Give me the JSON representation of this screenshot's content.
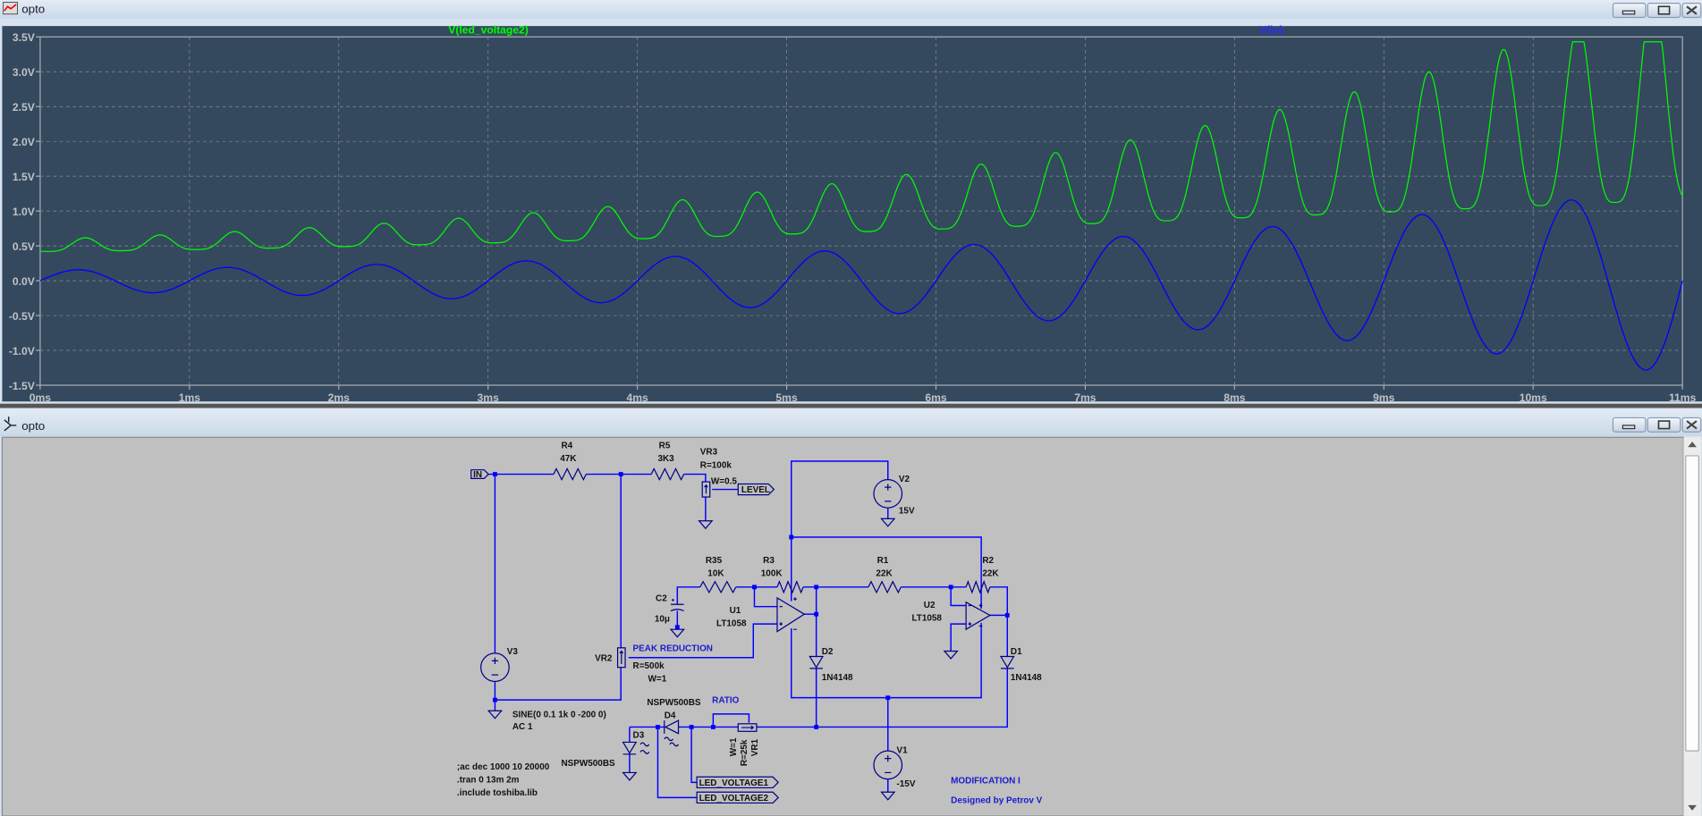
{
  "waveform_window": {
    "title": "opto",
    "buttons": [
      "minimize",
      "restore",
      "close"
    ]
  },
  "schematic_window": {
    "title": "opto",
    "buttons": [
      "minimize",
      "restore",
      "close"
    ]
  },
  "chart_data": {
    "type": "line",
    "title": "",
    "xlabel": "",
    "ylabel": "",
    "xlim": [
      0,
      11
    ],
    "ylim": [
      -1.5,
      3.5
    ],
    "x_ticks": [
      "0ms",
      "1ms",
      "2ms",
      "3ms",
      "4ms",
      "5ms",
      "6ms",
      "7ms",
      "8ms",
      "9ms",
      "10ms",
      "11ms"
    ],
    "y_ticks": [
      "3.5V",
      "3.0V",
      "2.5V",
      "2.0V",
      "1.5V",
      "1.0V",
      "0.5V",
      "0.0V",
      "-0.5V",
      "-1.0V",
      "-1.5V"
    ],
    "grid": true,
    "background": "#34495e",
    "series": [
      {
        "name": "V(led_voltage2)",
        "color": "#00ff00",
        "peak_times_ms": [
          0.3,
          1.3,
          2.3,
          3.3,
          4.3,
          5.3,
          5.8,
          6.3,
          6.8,
          7.3,
          7.8,
          8.3,
          8.8,
          9.3,
          9.8,
          10.3,
          10.8
        ],
        "peak_values": [
          0.5,
          0.6,
          0.68,
          0.92,
          1.12,
          1.38,
          1.5,
          1.67,
          1.84,
          2.05,
          2.25,
          2.5,
          2.75,
          3.02,
          3.35,
          3.42,
          3.43
        ],
        "trough_start": 0.42,
        "trough_end": 1.12,
        "clip": 3.43
      },
      {
        "name": "V(in)",
        "color": "#0000ff",
        "source": "SINE(0 0.1 1k 0 -200 0)",
        "time_offset_ms": 2,
        "peak_values": [
          0.16,
          0.2,
          0.24,
          0.29,
          0.35,
          0.43,
          0.53,
          0.64,
          0.78,
          0.95,
          1.16
        ],
        "trough_values": [
          -0.17,
          -0.21,
          -0.26,
          -0.31,
          -0.39,
          -0.47,
          -0.58,
          -0.7,
          -0.86,
          -1.04,
          -1.27
        ]
      }
    ]
  },
  "schematic": {
    "in_label": "IN",
    "level_label": "LEVEL",
    "r4": {
      "name": "R4",
      "value": "47K"
    },
    "r5": {
      "name": "R5",
      "value": "3K3"
    },
    "vr3": {
      "name": "VR3",
      "r": "R=100k",
      "w": "W=0.5"
    },
    "v2": {
      "name": "V2",
      "value": "15V"
    },
    "r35": {
      "name": "R35",
      "value": "10K"
    },
    "r3": {
      "name": "R3",
      "value": "100K"
    },
    "r1": {
      "name": "R1",
      "value": "22K"
    },
    "r2": {
      "name": "R2",
      "value": "22K"
    },
    "c2": {
      "name": "C2",
      "value": "10μ"
    },
    "u1": {
      "name": "U1",
      "model": "LT1058"
    },
    "u2": {
      "name": "U2",
      "model": "LT1058"
    },
    "v3": {
      "name": "V3",
      "source": "SINE(0 0.1 1k 0 -200 0)",
      "ac": "AC 1"
    },
    "vr2": {
      "name": "VR2",
      "r": "R=500k",
      "w": "W=1",
      "label": "PEAK REDUCTION"
    },
    "d2": {
      "name": "D2",
      "model": "1N4148"
    },
    "d1": {
      "name": "D1",
      "model": "1N4148"
    },
    "d4": {
      "name": "D4",
      "model": "NSPW500BS"
    },
    "d3": {
      "name": "D3",
      "model": "NSPW500BS"
    },
    "vr1": {
      "name": "VR1",
      "r": "R=25k",
      "w": "W=1",
      "label": "RATIO"
    },
    "v1": {
      "name": "V1",
      "value": "-15V"
    },
    "led_voltage1": "LED_VOLTAGE1",
    "led_voltage2": "LED_VOLTAGE2",
    "directives": [
      ";ac dec 1000 10 20000",
      ".tran 0 13m 2m",
      ".include toshiba.lib"
    ],
    "notes": [
      "MODIFICATION I",
      "Designed by Petrov V"
    ]
  }
}
